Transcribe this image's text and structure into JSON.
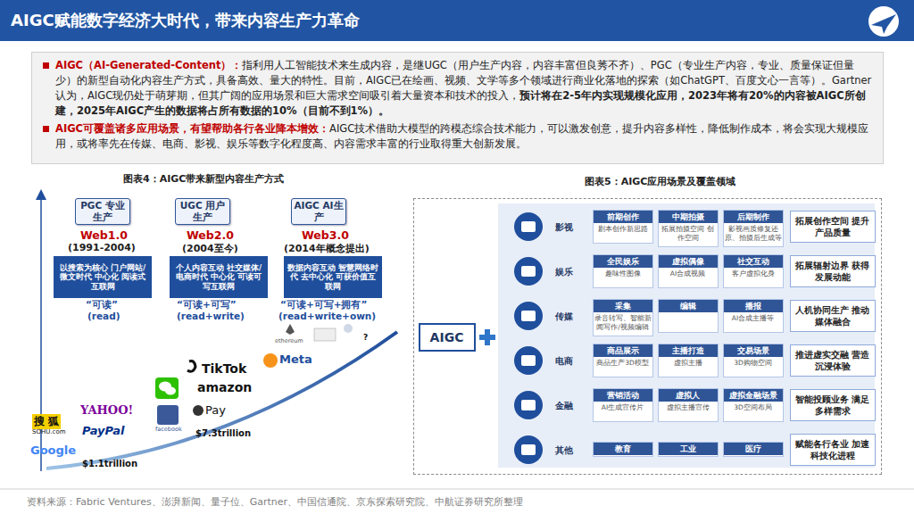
{
  "diagram": {
    "title": "AIGC赋能数字经济大时代，带来内容生产力革命",
    "nodes": [
      {
        "text": [
          "AIGC（AI-Generated-Content）：",
          "指利用人工智能技术来生成内容，是继UGC（用户生产内容，内容丰富但良莠不齐）、PGC（专业生产内容，专业、质量保证但量少）的新型自动化内容生产方式，具备高效、量大的特性。目前，AIGC已在绘画、视频、文学等多个领域进行商业化落地的探索（如ChatGPT、百度文心一言等）。Gartner认为，AIGC现仍处于萌芽期，但其广阔的应用场景和巨大需求空间吸引着大量资本和技术的投入，",
          "预计将在2-5年内实现规模化应用，2023年将有20%的内容被AIGC所创建，2025年AIGC产生的数据将占所有数据的10%（目前不到1%）。",
          "AIGC可覆盖诸多应用场景，有望帮助各行各业降本增效：",
          "AIGC技术借助大模型的跨模态综合技术能力，可以激发创意，提升内容多样性，降低制作成本，将会实现大规模应用，或将率先在传媒、电商、影视、娱乐等数字化程度高、内容需求丰富的行业取得重大创新发展。"
        ]
      },
      {
        "text": [
          "PGC 专业生产"
        ]
      },
      {
        "text": [
          "UGC 用户生产"
        ]
      },
      {
        "text": [
          "AIGC AI生产"
        ]
      },
      {
        "text": [
          "以搜索为核心 门户网站/微文时代 中心化 阅读式互联网"
        ]
      },
      {
        "text": [
          "个人内容互动 社交媒体/电商时代 中心化 可读可写互联网"
        ]
      },
      {
        "text": [
          "数据内容互动 智慧网络时代 去中心化 可获价值互联网"
        ]
      },
      {
        "text": []
      },
      {
        "text": [
          "AIGC"
        ],
        "in": 7
      },
      {
        "text": [
          "前期创作",
          "剧本创作新思路"
        ],
        "in": 7
      },
      {
        "text": [
          "中期拍摄",
          "拓展拍摄空间 创作空间"
        ],
        "in": 7
      },
      {
        "text": [
          "后期制作",
          "影视画质修复还原、拍摄后生成等"
        ],
        "in": 7
      },
      {
        "text": [
          "拓展创作空间 提升产品质量"
        ],
        "in": 7
      },
      {
        "text": [
          "全民娱乐",
          "趣味性图像"
        ],
        "in": 7
      },
      {
        "text": [
          "虚拟偶像",
          "AI合成视频"
        ],
        "in": 7
      },
      {
        "text": [
          "社交互动",
          "客户虚拟化身"
        ],
        "in": 7
      },
      {
        "text": [
          "拓展辐射边界 获得发展动能"
        ],
        "in": 7
      },
      {
        "text": [
          "采集",
          "录音转写、智能新闻写作/视频编辑"
        ],
        "in": 7
      },
      {
        "text": [
          "编辑"
        ],
        "in": 7
      },
      {
        "text": [
          "播报",
          "AI合成主播等"
        ],
        "in": 7
      },
      {
        "text": [
          "人机协同生产 推动媒体融合"
        ],
        "in": 7
      },
      {
        "text": [
          "商品展示",
          "商品生产3D模型"
        ],
        "in": 7
      },
      {
        "text": [
          "主播打造",
          "虚拟主播"
        ],
        "in": 7
      },
      {
        "text": [
          "交易场景",
          "3D购物空间"
        ],
        "in": 7
      },
      {
        "text": [
          "推进虚实交融 营造沉浸体验"
        ],
        "in": 7
      },
      {
        "text": [
          "营销活动",
          "AI生成宣传片"
        ],
        "in": 7
      },
      {
        "text": [
          "虚拟人",
          "虚拟主播宣传"
        ],
        "in": 7
      },
      {
        "text": [
          "虚拟金融场景",
          "3D空间布局"
        ],
        "in": 7
      },
      {
        "text": [
          "智能投顾业务 满足多样需求"
        ],
        "in": 7
      },
      {
        "text": [
          "教育"
        ],
        "in": 7
      },
      {
        "text": [
          "工业"
        ],
        "in": 7
      },
      {
        "text": [
          "医疗"
        ],
        "in": 7
      },
      {
        "text": [
          "赋能各行各业 加速科技化进程"
        ],
        "in": 7
      }
    ],
    "labels": [
      "图表4：AIGC带来新型内容生产方式",
      "图表5：AIGC应用场景及覆盖领域",
      "Web1.0",
      "(1991-2004)",
      "“可读”",
      "(read)",
      "Web2.0",
      "(2004至今)",
      "“可读+可写”",
      "(read+write)",
      "Web3.0",
      "(2014年概念提出)",
      "“可读+可写+拥有”",
      "(read+write+own)",
      "Google",
      "搜 狐",
      "SOHU.com",
      "YAHOO!",
      "PayPal",
      "facebook",
      "TikTok",
      "amazon",
      "Pay",
      "ethereum",
      "Meta",
      "?",
      "$1.1trillion",
      "$7.3trillion",
      "影视",
      "娱乐",
      "传媒",
      "电商",
      "金融",
      "其他",
      "资料来源：Fabric Ventures、澎湃新闻、量子位、Gartner、中国信通院、京东探索研究院、中航证券研究所整理"
    ]
  }
}
